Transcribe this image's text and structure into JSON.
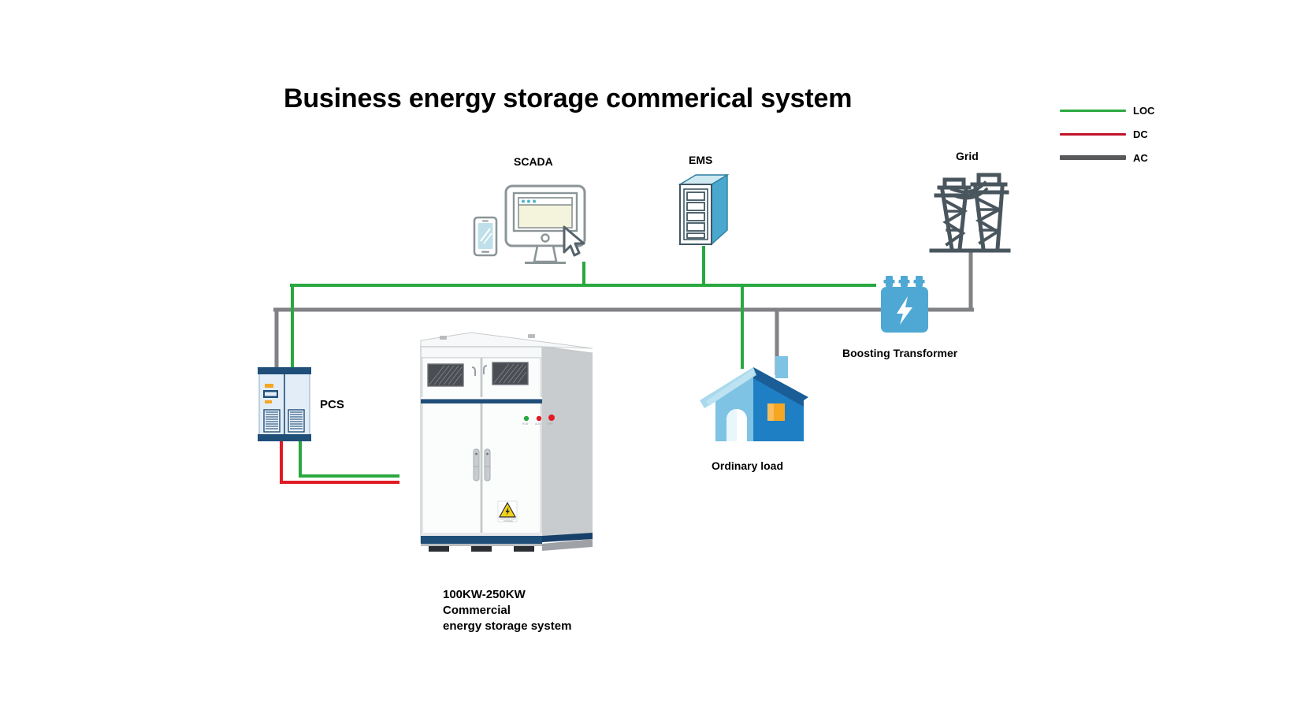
{
  "title": "Business energy storage commerical system",
  "legend": {
    "items": [
      {
        "label": "LOC",
        "color": "#2aa83f",
        "thickness": 3
      },
      {
        "label": "DC",
        "color": "#c1132b",
        "thickness": 3
      },
      {
        "label": "AC",
        "color": "#58595b",
        "thickness": 6
      }
    ]
  },
  "nodes": {
    "scada": {
      "label": "SCADA",
      "icon": "monitor-phone-icon"
    },
    "ems": {
      "label": "EMS",
      "icon": "server-rack-icon"
    },
    "grid": {
      "label": "Grid",
      "icon": "transmission-tower-icon"
    },
    "transformer": {
      "label": "Boosting Transformer",
      "icon": "transformer-icon"
    },
    "load": {
      "label": "Ordinary load",
      "icon": "house-icon"
    },
    "pcs": {
      "label": "PCS",
      "icon": "pcs-cabinet-icon"
    },
    "storage": {
      "label": "100KW-250KW\nCommercial\nenergy storage system",
      "icon": "battery-cabinet-icon"
    }
  },
  "colors": {
    "loc_green": "#2aa83f",
    "dc_red": "#e01b24",
    "ac_gray": "#808285",
    "transformer_blue": "#4fa8d3",
    "tower_gray": "#4a565e",
    "pcs_body": "#e3edf7",
    "pcs_trim": "#1f4e79",
    "house_front": "#7ec3e3",
    "house_side": "#1f7fc4",
    "house_roof": "#1b5d96",
    "house_window": "#f5a623",
    "cabinet_white": "#f5f6f7",
    "cabinet_stripe": "#1f4e79",
    "ems_blue": "#4aa8cf",
    "scada_gray": "#8b9598",
    "scada_screen": "#f4f4dc"
  }
}
